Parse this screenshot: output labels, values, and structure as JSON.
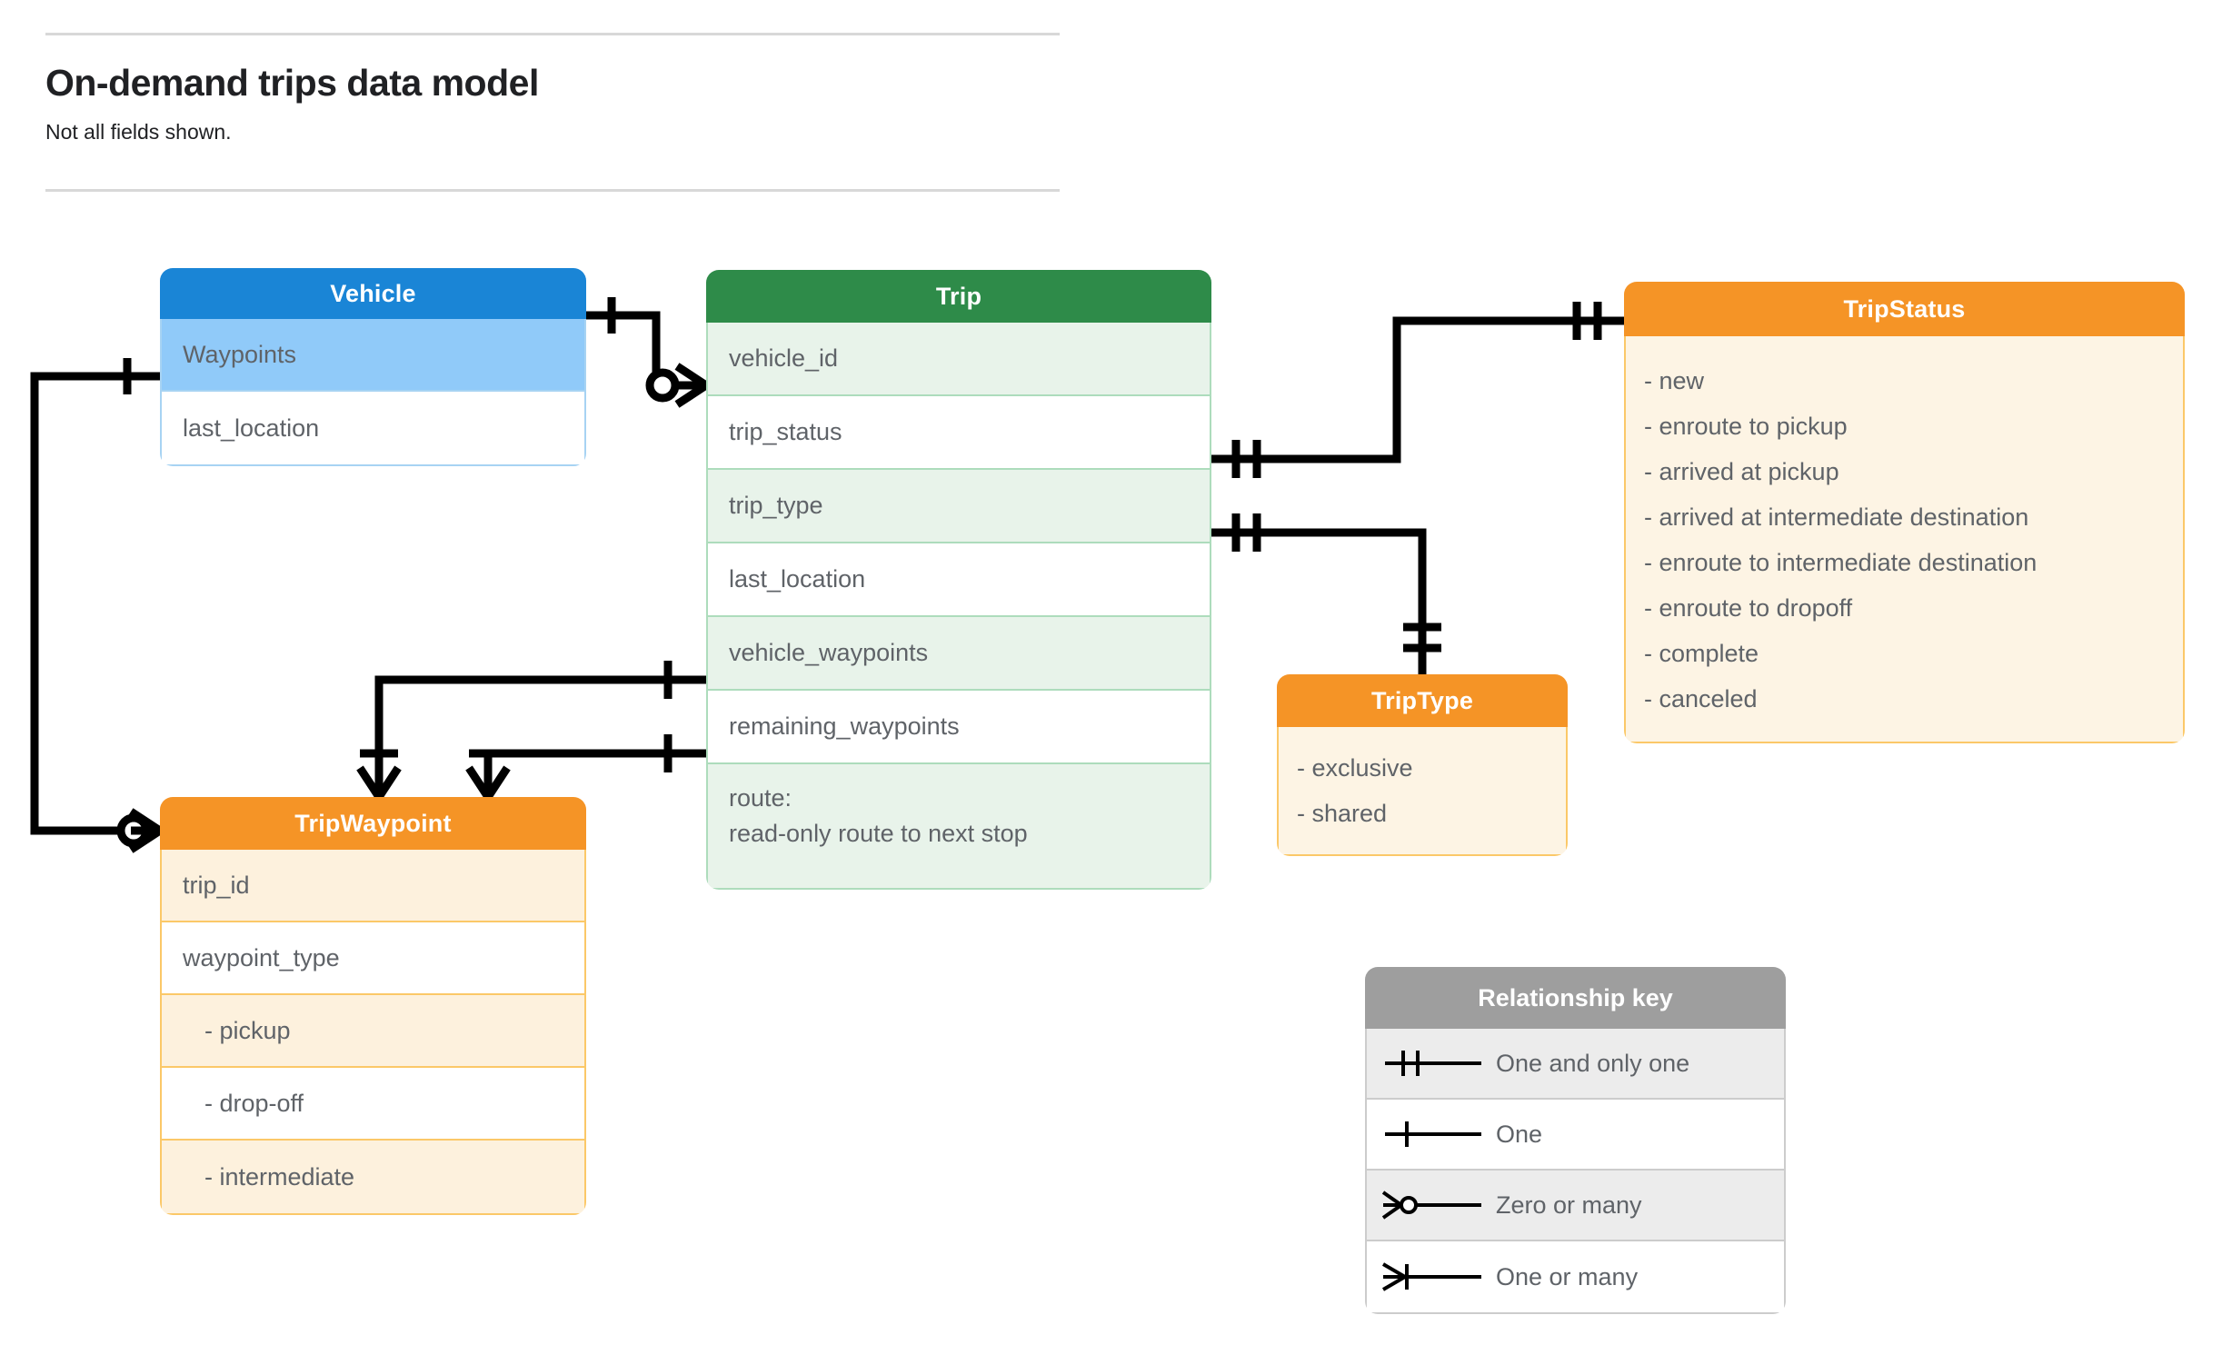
{
  "header": {
    "title": "On-demand trips data model",
    "subtitle": "Not all fields shown."
  },
  "entities": {
    "vehicle": {
      "name": "Vehicle",
      "color": "#1a85d6",
      "fields": [
        {
          "label": "Waypoints",
          "highlighted": true
        },
        {
          "label": "last_location",
          "highlighted": false
        }
      ]
    },
    "trip": {
      "name": "Trip",
      "color": "#2e8b49",
      "fields": [
        {
          "label": "vehicle_id"
        },
        {
          "label": "trip_status"
        },
        {
          "label": "trip_type"
        },
        {
          "label": "last_location"
        },
        {
          "label": "vehicle_waypoints"
        },
        {
          "label": "remaining_waypoints"
        },
        {
          "label": "route:",
          "label2": "read-only route to next stop"
        }
      ]
    },
    "tripstatus": {
      "name": "TripStatus",
      "color": "#f59426",
      "values": [
        "- new",
        "- enroute to pickup",
        "- arrived at pickup",
        "- arrived at intermediate destination",
        "- enroute to intermediate destination",
        "- enroute to dropoff",
        "- complete",
        "- canceled"
      ]
    },
    "triptype": {
      "name": "TripType",
      "color": "#f59426",
      "values": [
        "- exclusive",
        "- shared"
      ]
    },
    "tripwaypoint": {
      "name": "TripWaypoint",
      "color": "#f59426",
      "fields": [
        {
          "label": "trip_id"
        },
        {
          "label": "waypoint_type"
        },
        {
          "label": "-  pickup"
        },
        {
          "label": "-  drop-off"
        },
        {
          "label": "-  intermediate"
        }
      ]
    }
  },
  "legend": {
    "title": "Relationship key",
    "rows": [
      {
        "symbol": "one-and-only-one",
        "label": "One and only one"
      },
      {
        "symbol": "one",
        "label": "One"
      },
      {
        "symbol": "zero-or-many",
        "label": "Zero or many"
      },
      {
        "symbol": "one-or-many",
        "label": "One or many"
      }
    ]
  },
  "relationships": [
    {
      "from": "Vehicle",
      "from_card": "one",
      "to": "Trip.vehicle_id",
      "to_card": "zero-or-many"
    },
    {
      "from": "Vehicle.Waypoints",
      "from_card": "one",
      "to": "TripWaypoint",
      "to_card": "zero-or-many"
    },
    {
      "from": "Trip.trip_status",
      "from_card": "one-and-only-one",
      "to": "TripStatus",
      "to_card": "one-and-only-one"
    },
    {
      "from": "Trip.trip_type",
      "from_card": "one-and-only-one",
      "to": "TripType",
      "to_card": "one-and-only-one"
    },
    {
      "from": "Trip.vehicle_waypoints",
      "from_card": "one",
      "to": "TripWaypoint",
      "to_card": "one-or-many"
    },
    {
      "from": "Trip.remaining_waypoints",
      "from_card": "one",
      "to": "TripWaypoint",
      "to_card": "one-or-many"
    }
  ],
  "colors": {
    "blue": "#1a85d6",
    "blue_highlight": "#90caf9",
    "green": "#2e8b49",
    "green_tint": "#e8f3ea",
    "orange": "#f59426",
    "orange_tint": "#fdf4e4",
    "gray": "#9e9e9e",
    "gray_tint": "#ececec"
  }
}
